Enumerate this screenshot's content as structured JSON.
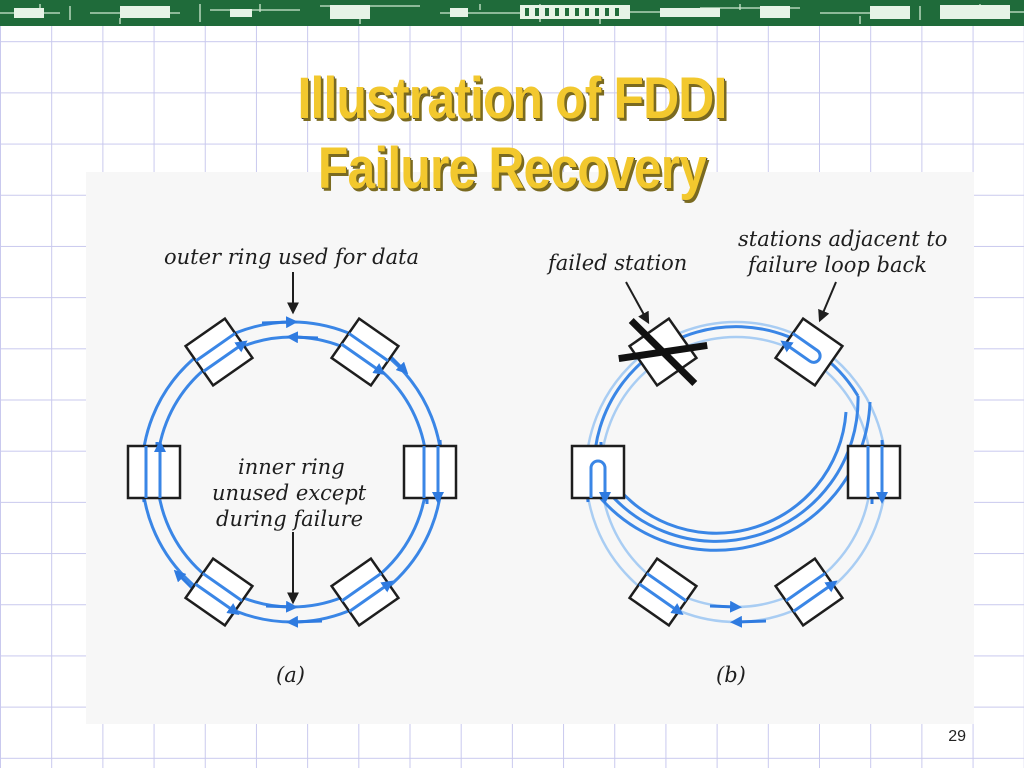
{
  "slide": {
    "title_line1": "Illustration of FDDI",
    "title_line2": "Failure Recovery",
    "page_number": "29"
  },
  "diagram": {
    "label_outer_ring": "outer ring used for data",
    "label_inner_ring_1": "inner ring",
    "label_inner_ring_2": "unused except",
    "label_inner_ring_3": "during failure",
    "label_failed_station": "failed station",
    "label_adjacent_1": "stations adjacent to",
    "label_adjacent_2": "failure loop back",
    "caption_a": "(a)",
    "caption_b": "(b)"
  },
  "colors": {
    "ring": "#3a86e6",
    "title": "#f2c82e",
    "banner": "#1f6b3a",
    "grid": "#c9c9ee"
  }
}
